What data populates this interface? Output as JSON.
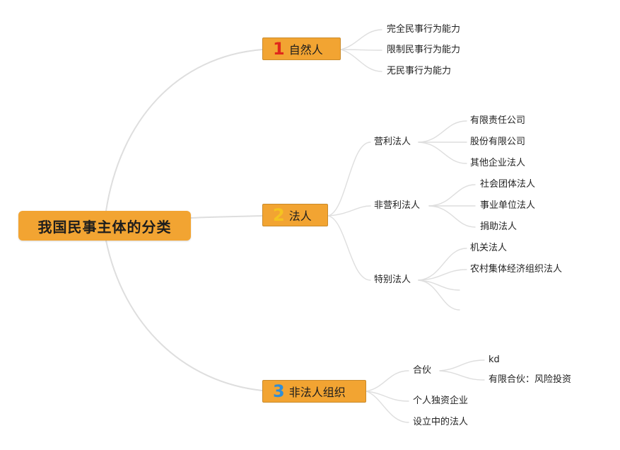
{
  "root": {
    "title": "我国民事主体的分类"
  },
  "topics": [
    {
      "number": "1",
      "number_color": "#e0281b",
      "label": "自然人",
      "children": [
        "完全民事行为能力",
        "限制民事行为能力",
        "无民事行为能力"
      ]
    },
    {
      "number": "2",
      "number_color": "#f5c320",
      "label": "法人",
      "groups": [
        {
          "label": "营利法人",
          "items": [
            "有限责任公司",
            "股份有限公司",
            "其他企业法人"
          ]
        },
        {
          "label": "非营利法人",
          "items": [
            "社会团体法人",
            "事业单位法人",
            "捐助法人"
          ]
        },
        {
          "label": "特别法人",
          "items": [
            "机关法人",
            "农村集体经济组织法人",
            "",
            ""
          ]
        }
      ]
    },
    {
      "number": "3",
      "number_color": "#2f8ed8",
      "label": "非法人组织",
      "groups": [
        {
          "label": "合伙",
          "items": [
            "kd",
            "有限合伙：风险投资"
          ]
        },
        {
          "label": "个人独资企业",
          "items": []
        },
        {
          "label": "设立中的法人",
          "items": []
        }
      ]
    }
  ]
}
